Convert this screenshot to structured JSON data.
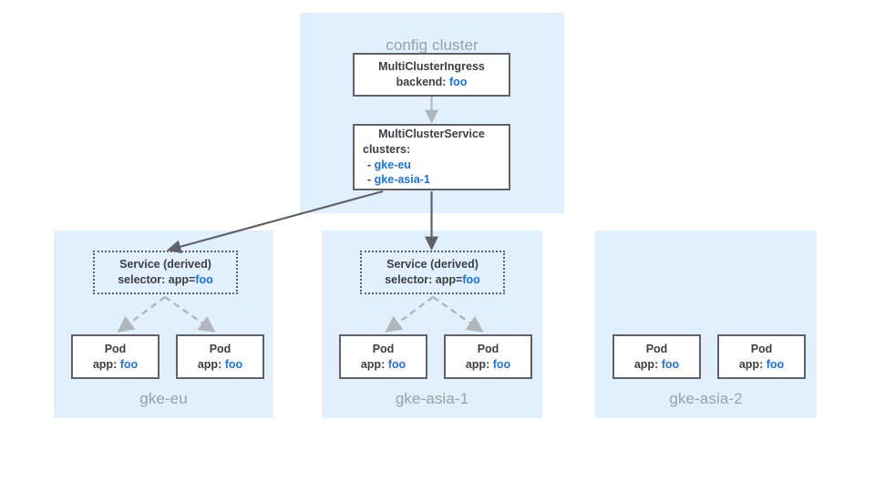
{
  "diagram": {
    "title_color": "#9aa0a6",
    "panel_color": "#e2effc",
    "accent_color": "#1a73e8",
    "node_border_color": "#5f6368",
    "arrow_solid_color": "#5f6368",
    "arrow_dashed_color": "#b0b6bb"
  },
  "config_cluster": {
    "title": "config cluster",
    "ingress": {
      "name": "MultiClusterIngress",
      "field_label": "backend:",
      "field_value": "foo"
    },
    "service": {
      "name": "MultiClusterService",
      "field_label": "clusters:",
      "items": [
        {
          "dash": "-",
          "value": "gke-eu"
        },
        {
          "dash": "-",
          "value": "gke-asia-1"
        }
      ]
    }
  },
  "clusters": [
    {
      "title": "gke-eu",
      "has_service": true,
      "service": {
        "name": "Service (derived)",
        "field_label": "selector: app=",
        "field_value": "foo"
      },
      "pods": [
        {
          "name": "Pod",
          "field_label": "app:",
          "field_value": "foo"
        },
        {
          "name": "Pod",
          "field_label": "app:",
          "field_value": "foo"
        }
      ]
    },
    {
      "title": "gke-asia-1",
      "has_service": true,
      "service": {
        "name": "Service (derived)",
        "field_label": "selector: app=",
        "field_value": "foo"
      },
      "pods": [
        {
          "name": "Pod",
          "field_label": "app:",
          "field_value": "foo"
        },
        {
          "name": "Pod",
          "field_label": "app:",
          "field_value": "foo"
        }
      ]
    },
    {
      "title": "gke-asia-2",
      "has_service": false,
      "pods": [
        {
          "name": "Pod",
          "field_label": "app:",
          "field_value": "foo"
        },
        {
          "name": "Pod",
          "field_label": "app:",
          "field_value": "foo"
        }
      ]
    }
  ]
}
